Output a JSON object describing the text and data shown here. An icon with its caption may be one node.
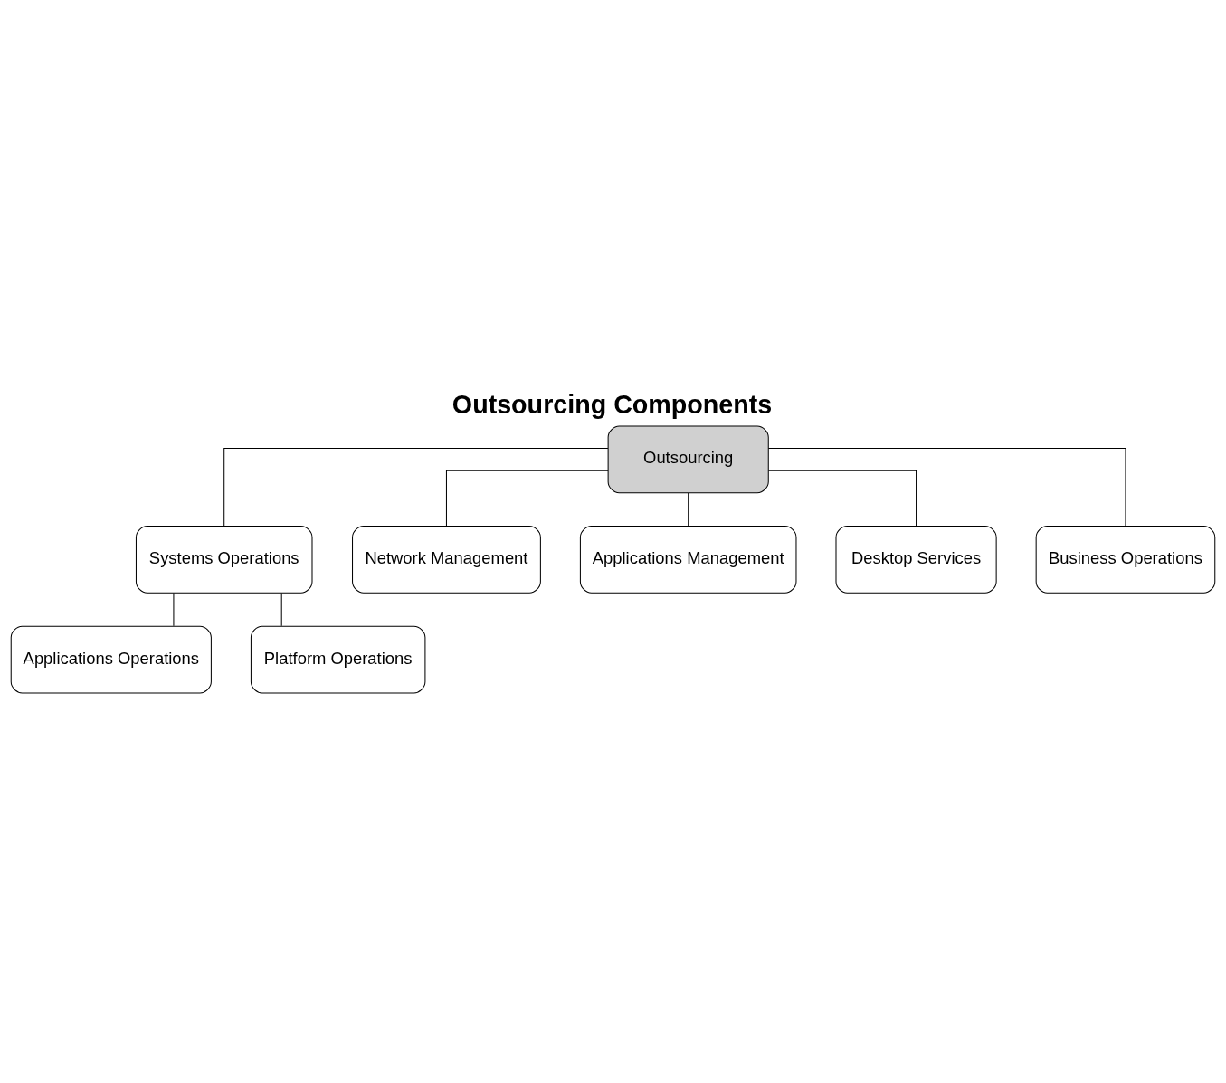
{
  "diagram": {
    "title": "Outsourcing Components",
    "nodes": [
      {
        "text": [
          "Outsourcing"
        ]
      },
      {
        "text": [
          "Systems Operations"
        ]
      },
      {
        "text": [
          "Network Management"
        ]
      },
      {
        "text": [
          "Applications Operations"
        ]
      },
      {
        "text": [
          "Platform Operations"
        ]
      },
      {
        "text": [
          "Applications Management"
        ]
      },
      {
        "text": [
          "Desktop Services"
        ]
      },
      {
        "text": [
          "Business Operations"
        ]
      }
    ],
    "edges": [
      {
        "from": 0,
        "to": 1,
        "arrow": "none"
      },
      {
        "from": 0,
        "to": 2,
        "arrow": "none"
      },
      {
        "from": 0,
        "to": 5,
        "arrow": "none"
      },
      {
        "from": 0,
        "to": 6,
        "arrow": "none"
      },
      {
        "from": 0,
        "to": 7,
        "arrow": "none"
      },
      {
        "from": 1,
        "to": 3,
        "arrow": "none"
      },
      {
        "from": 1,
        "to": 4,
        "arrow": "none"
      }
    ]
  }
}
